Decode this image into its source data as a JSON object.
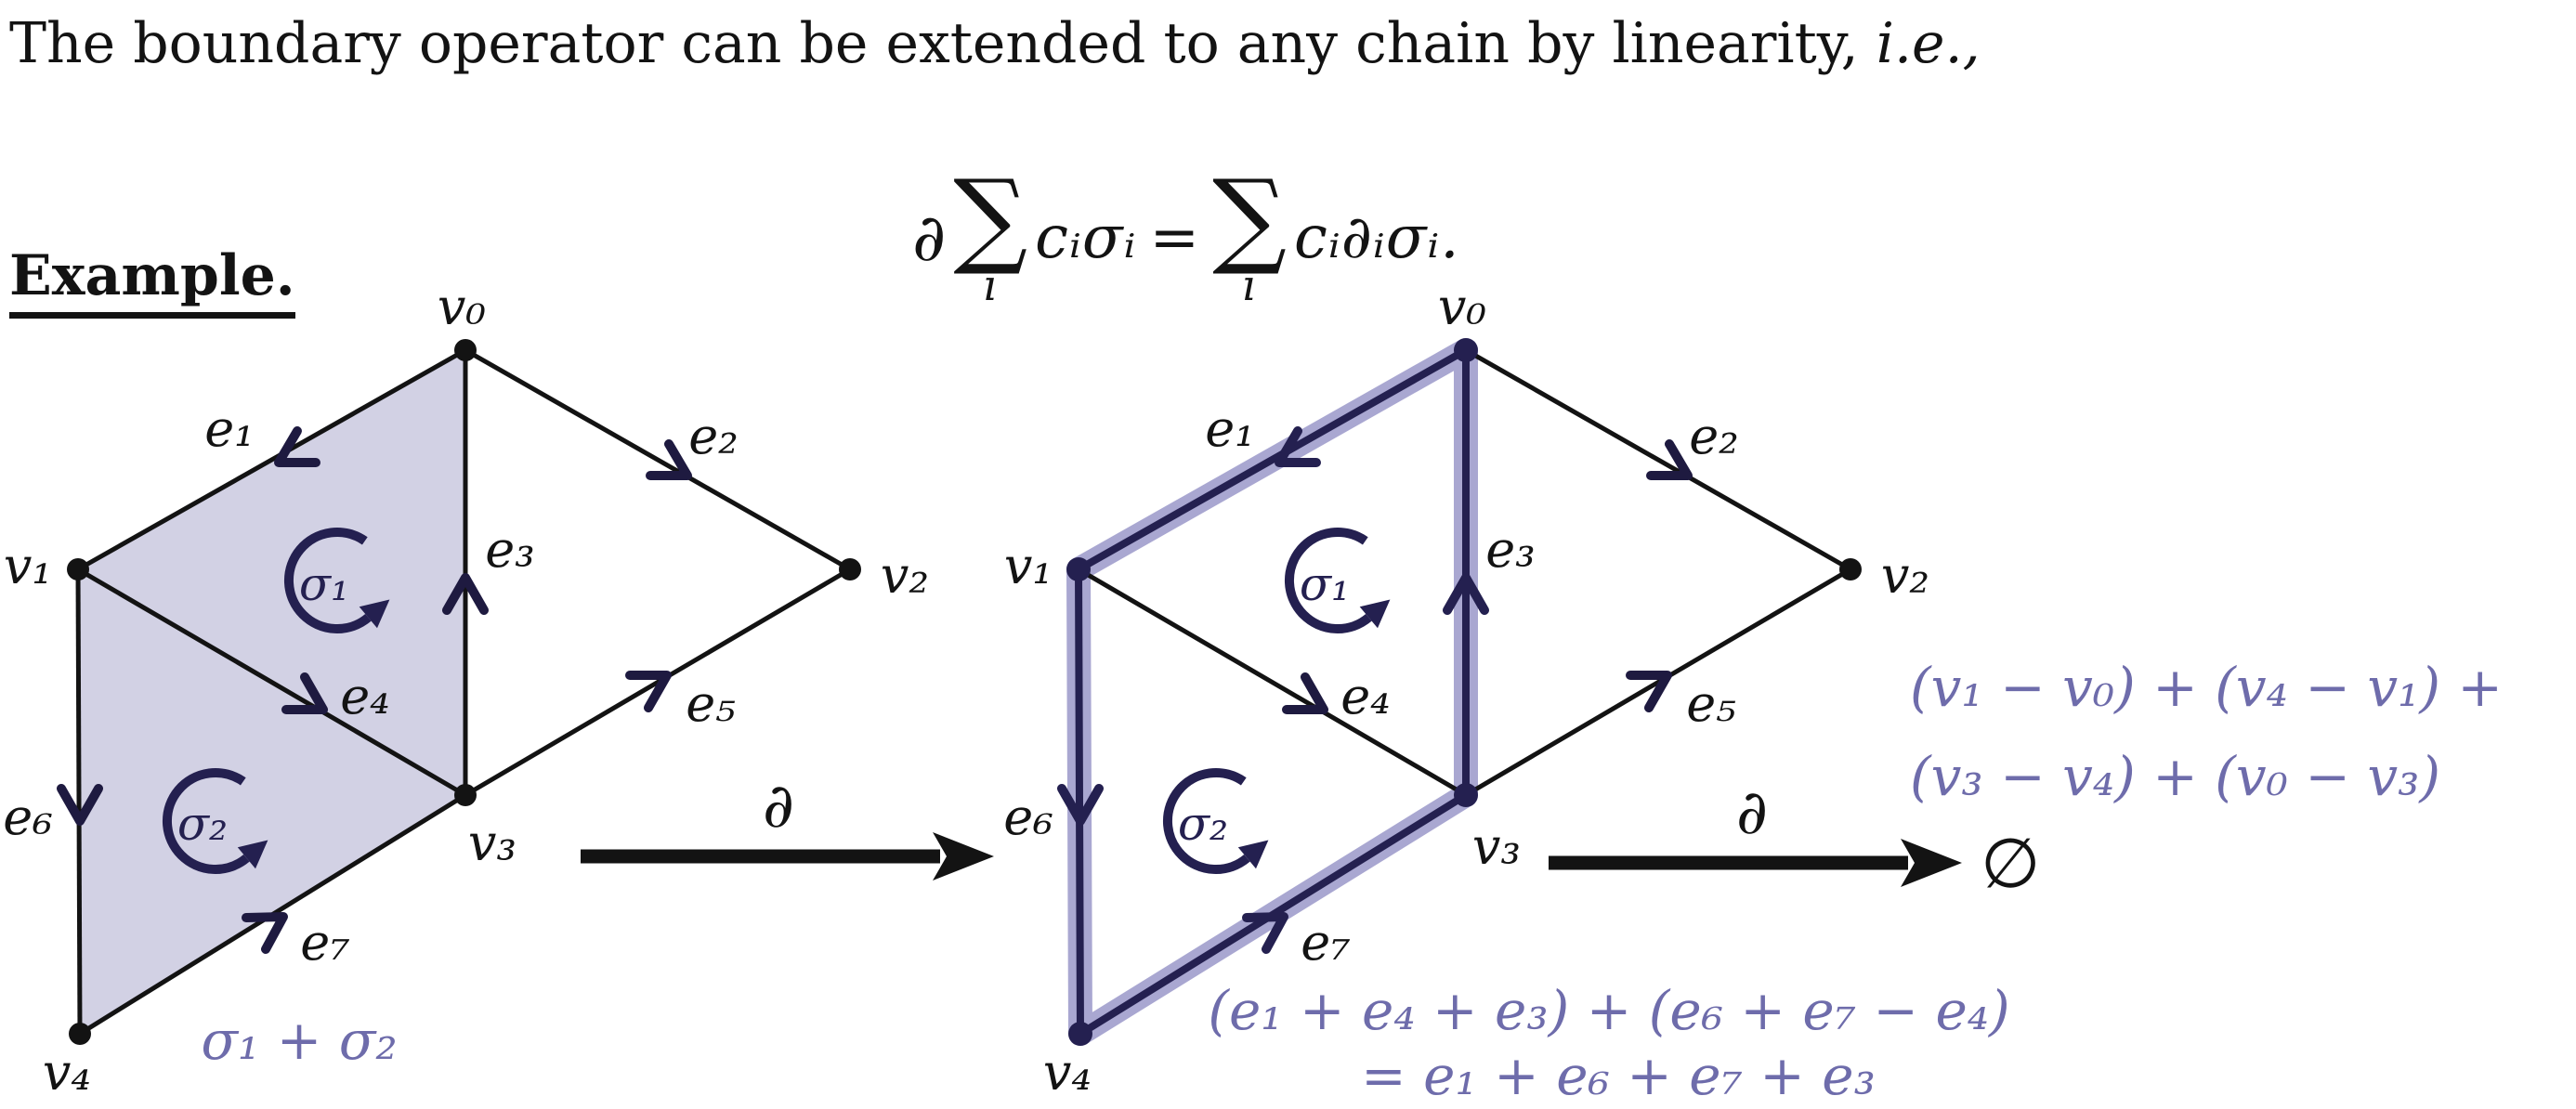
{
  "header": {
    "intro_main": "The boundary operator can be extended to any chain by linearity, ",
    "intro_emphasis": "i.e.,",
    "example_label": "Example."
  },
  "formula": {
    "boundary_symbol": "∂",
    "sum_symbol": "∑",
    "sum_index": "i",
    "lhs_terms": "cᵢσᵢ",
    "equals_sign": "=",
    "rhs_terms": "cᵢ∂ᵢσᵢ."
  },
  "colors": {
    "ink": "#131313",
    "navy": "#242050",
    "lavender_fill": "#d2d1e4",
    "highlight_band": "#a9a7d1",
    "purple_text": "#6e6cab"
  },
  "diagrams": {
    "left": {
      "vertices": {
        "v0": "v₀",
        "v1": "v₁",
        "v2": "v₂",
        "v3": "v₃",
        "v4": "v₄"
      },
      "edges": {
        "e1": "e₁",
        "e2": "e₂",
        "e3": "e₃",
        "e4": "e₄",
        "e5": "e₅",
        "e6": "e₆",
        "e7": "e₇"
      },
      "faces": {
        "sigma1": "σ₁",
        "sigma2": "σ₂"
      },
      "caption": "σ₁ + σ₂"
    },
    "middle": {
      "vertices": {
        "v0": "v₀",
        "v1": "v₁",
        "v2": "v₂",
        "v3": "v₃",
        "v4": "v₄"
      },
      "edges": {
        "e1": "e₁",
        "e2": "e₂",
        "e3": "e₃",
        "e4": "e₄",
        "e5": "e₅",
        "e6": "e₆",
        "e7": "e₇"
      },
      "faces": {
        "sigma1": "σ₁",
        "sigma2": "σ₂"
      },
      "result_line1": "(e₁ + e₄ + e₃) + (e₆ + e₇ − e₄)",
      "result_line2": "= e₁ + e₆ + e₇ + e₃"
    }
  },
  "maps": {
    "first_operator": "∂",
    "second_operator": "∂"
  },
  "result": {
    "line1": "(v₁ − v₀) + (v₄ − v₁) +",
    "line2": "(v₃ − v₄) + (v₀ − v₃)",
    "empty_set": "∅"
  }
}
